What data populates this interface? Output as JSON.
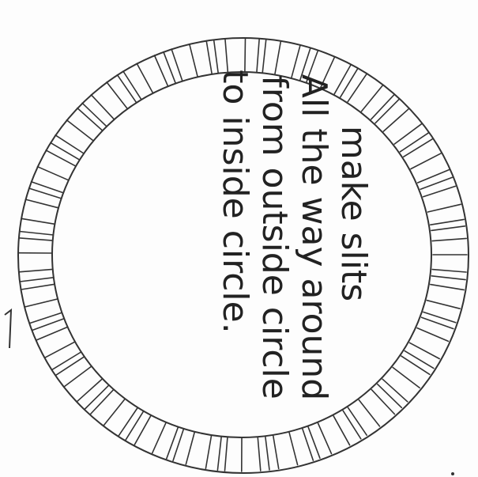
{
  "instructions": {
    "line1": "make slits",
    "line2": "All the way around",
    "line3": "from outside circle",
    "line4": "to inside circle."
  },
  "colors": {
    "ink": "#222222",
    "paper": "#fdfdfd"
  }
}
